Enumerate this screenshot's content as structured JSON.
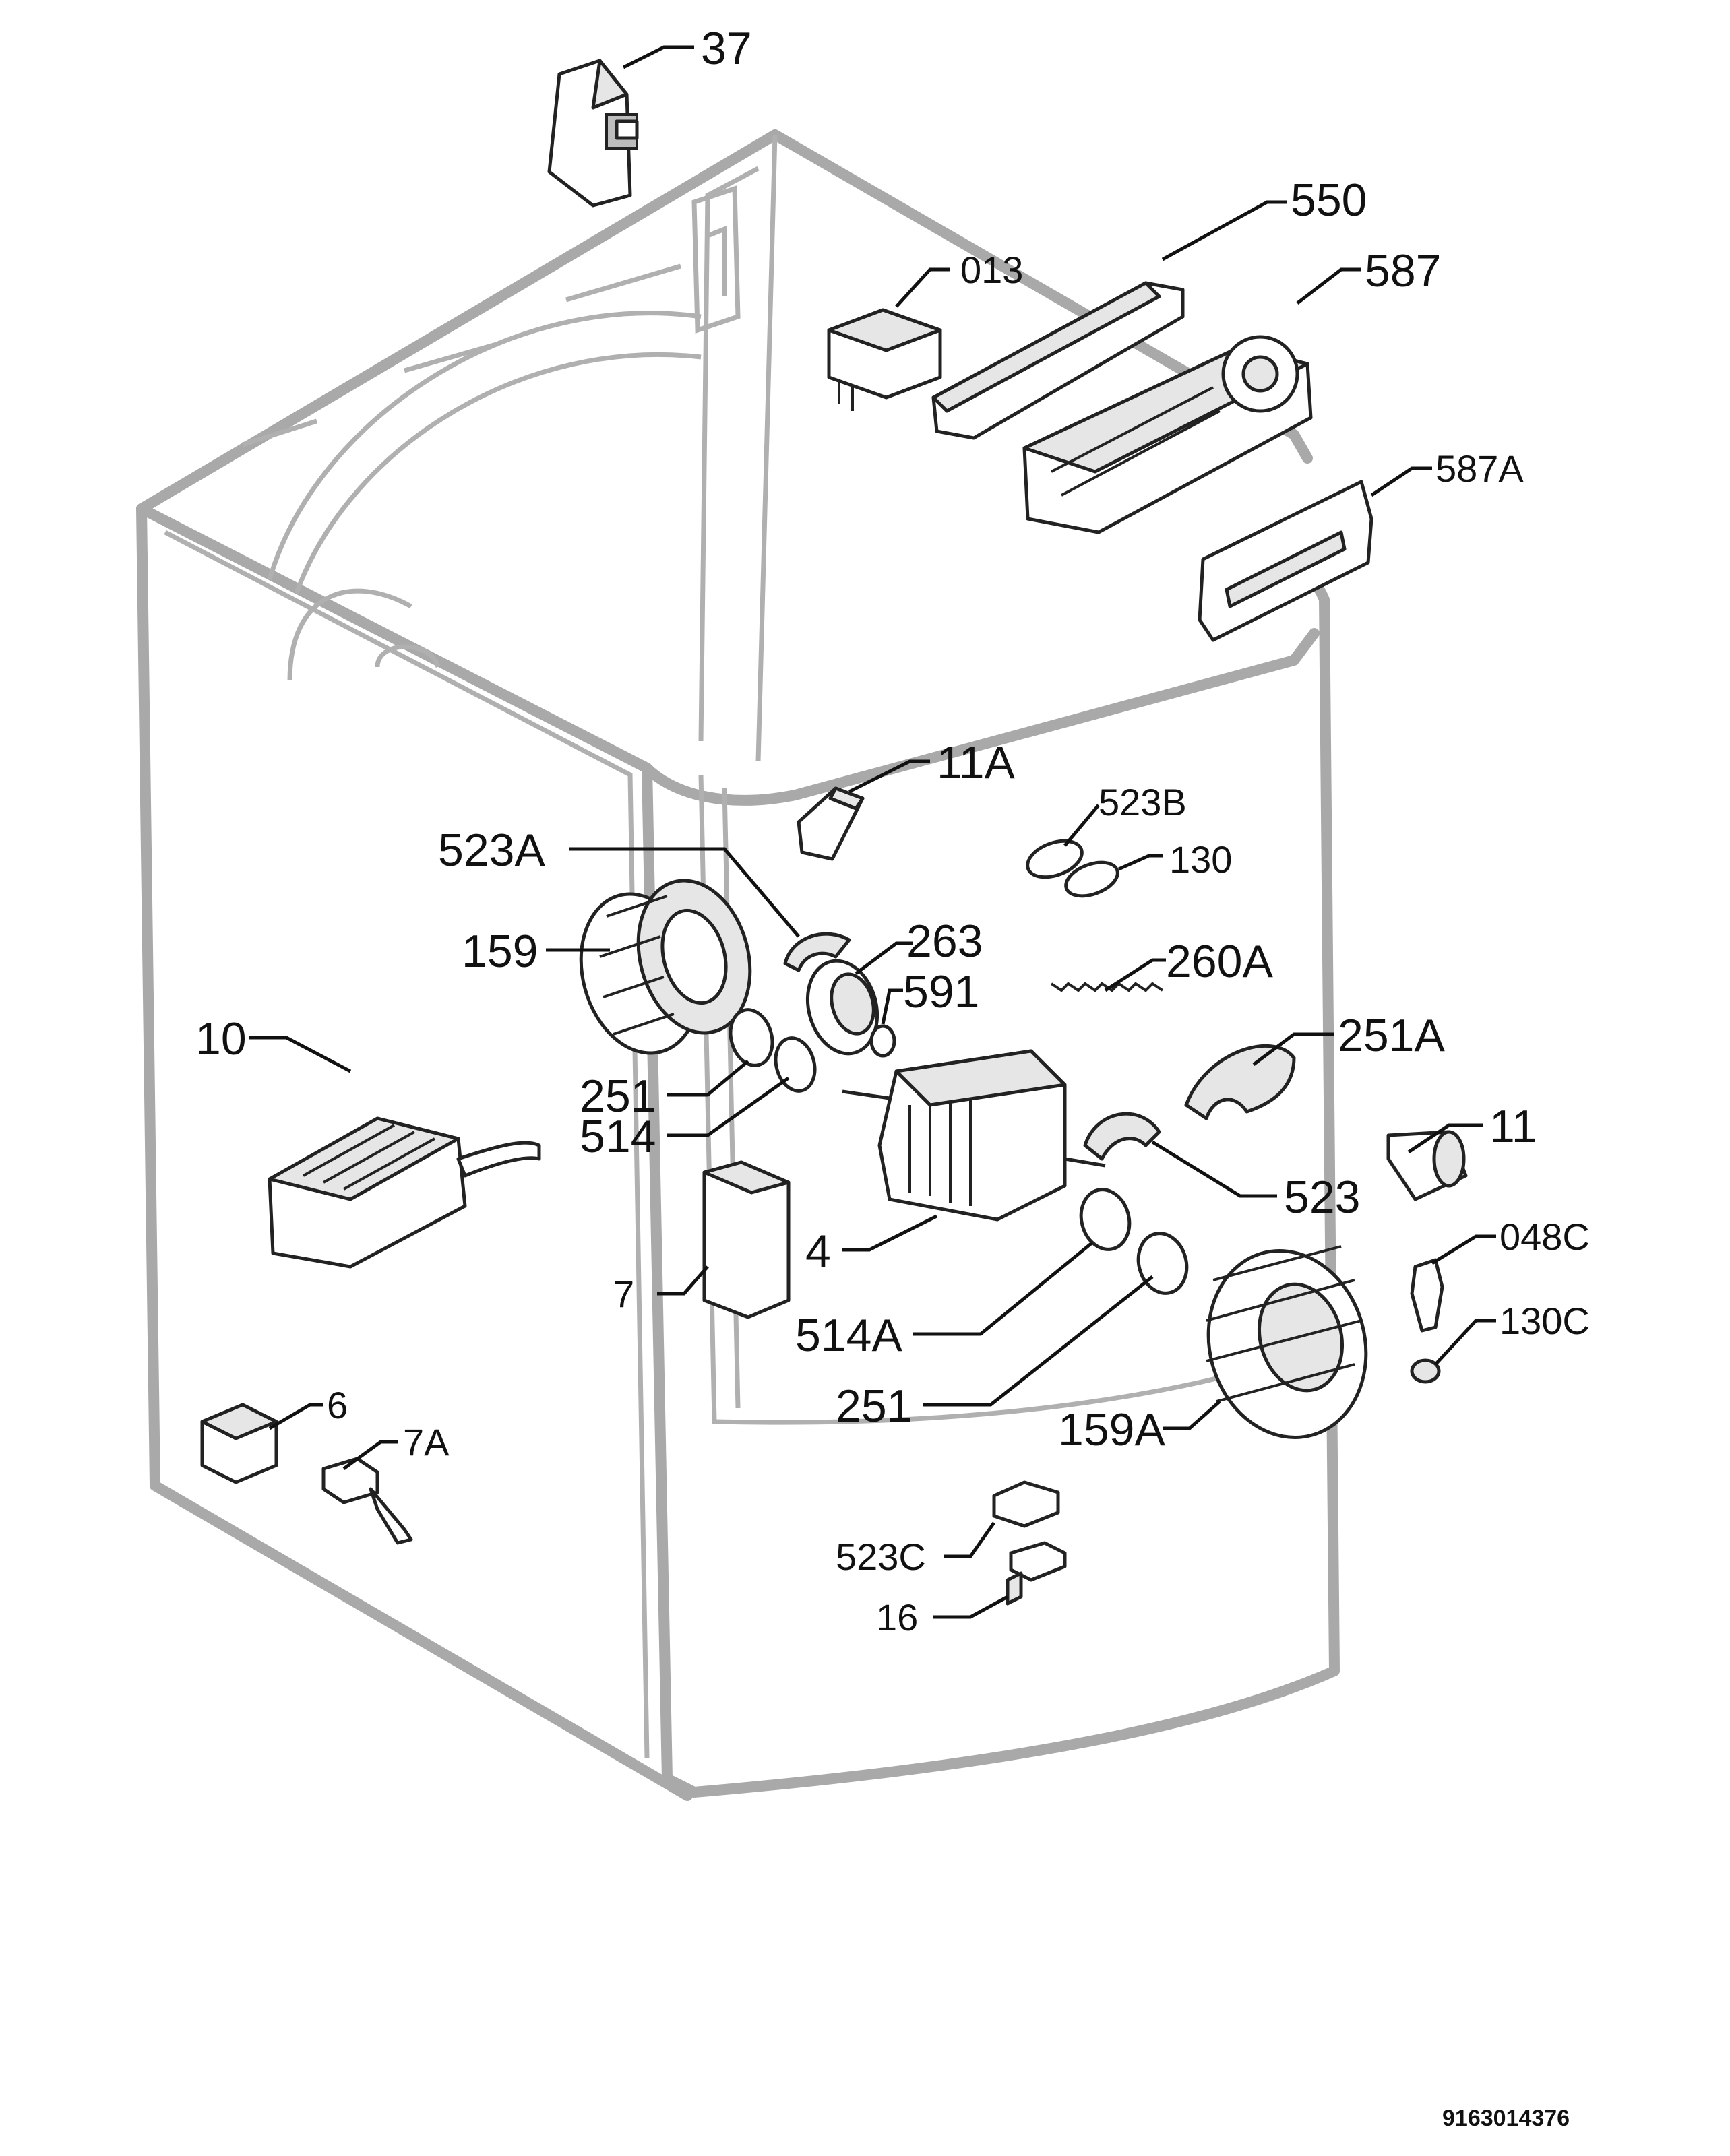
{
  "labels": {
    "l37": "37",
    "l550": "550",
    "l013": "013",
    "l587": "587",
    "l587a": "587A",
    "l11a": "11A",
    "l523b": "523B",
    "l130": "130",
    "l523a": "523A",
    "l263": "263",
    "l159": "159",
    "l591": "591",
    "l260a": "260A",
    "l10": "10",
    "l251a": "251A",
    "l251": "251",
    "l514": "514",
    "l11": "11",
    "l523": "523",
    "l4": "4",
    "l048c": "048C",
    "l7": "7",
    "l514a": "514A",
    "l130c": "130C",
    "l251b": "251",
    "l159a": "159A",
    "l6": "6",
    "l7a": "7A",
    "l523c": "523C",
    "l16": "16"
  },
  "document_number": "9163014376"
}
